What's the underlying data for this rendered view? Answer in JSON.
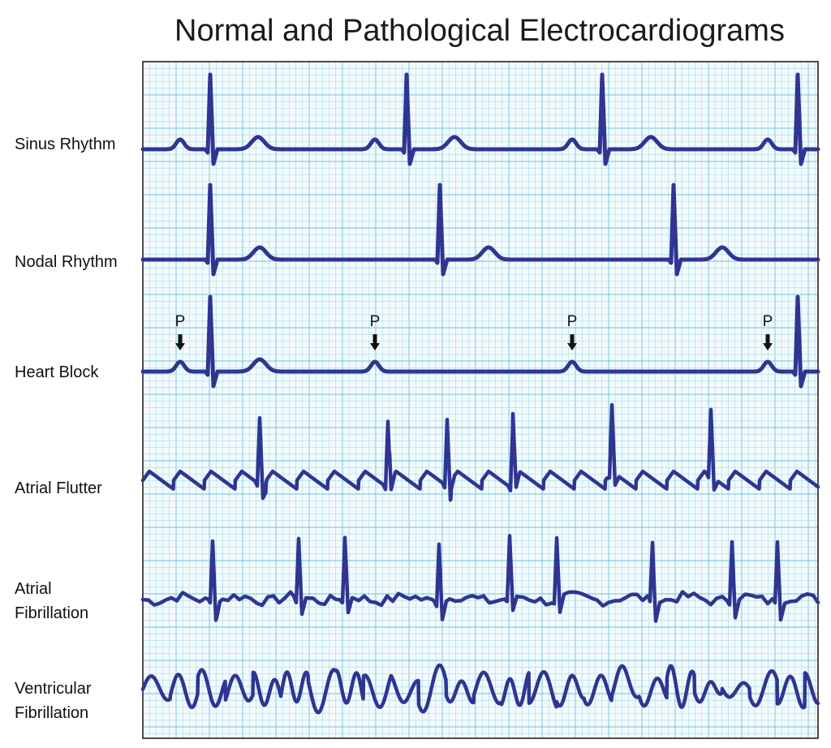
{
  "title": "Normal and Pathological Electrocardiograms",
  "colors": {
    "trace": "#2e3592",
    "grid_minor": "#9fd6e8",
    "grid_major": "#6ec0dc",
    "border": "#222222",
    "background": "#f4fbfd"
  },
  "rhythms": [
    {
      "label": "Sinus Rhythm"
    },
    {
      "label": "Nodal Rhythm"
    },
    {
      "label": "Heart Block"
    },
    {
      "label": "Atrial Flutter"
    },
    {
      "label": "Atrial\nFibrillation",
      "label_lines": [
        "Atrial",
        "Fibrillation"
      ]
    },
    {
      "label": "Ventricular\nFibrillation",
      "label_lines": [
        "Ventricular",
        "Fibrillation"
      ]
    }
  ],
  "p_marker": {
    "text": "P"
  }
}
